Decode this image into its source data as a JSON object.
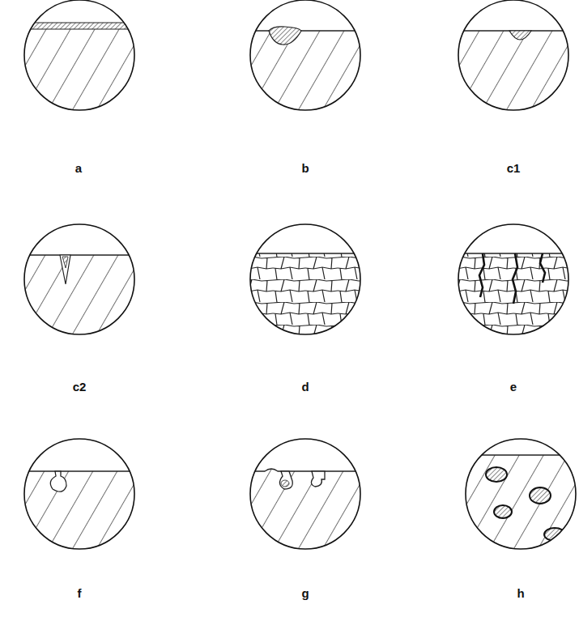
{
  "diagram": {
    "labels": [
      "a",
      "b",
      "c1",
      "c2",
      "d",
      "e",
      "f",
      "g",
      "h"
    ]
  }
}
